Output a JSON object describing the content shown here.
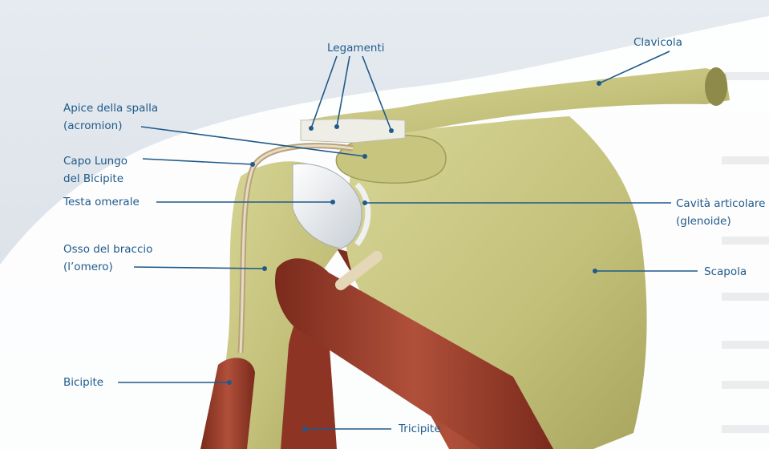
{
  "labels": {
    "legamenti": "Legamenti",
    "clavicola": "Clavicola",
    "apice_line1": "Apice della spalla",
    "apice_line2": "(acromion)",
    "capo_line1": "Capo Lungo",
    "capo_line2": "del Bicipite",
    "testa": "Testa omerale",
    "cavita_line1": "Cavità articolare",
    "cavita_line2": "(glenoide)",
    "osso_line1": "Osso del braccio",
    "osso_line2": "(l’omero)",
    "scapola": "Scapola",
    "bicipite": "Bicipite",
    "tricipite": "Tricipite"
  },
  "colors": {
    "leader": "#1f5a8a",
    "bone": "#c9c781",
    "bone_shadow": "#a9a55c",
    "muscle": "#9a3b2a",
    "muscle_dark": "#6e2418",
    "cartilage": "#e8ecef",
    "ligament": "#f0f0ea",
    "background_shape": "#dde3ea"
  }
}
